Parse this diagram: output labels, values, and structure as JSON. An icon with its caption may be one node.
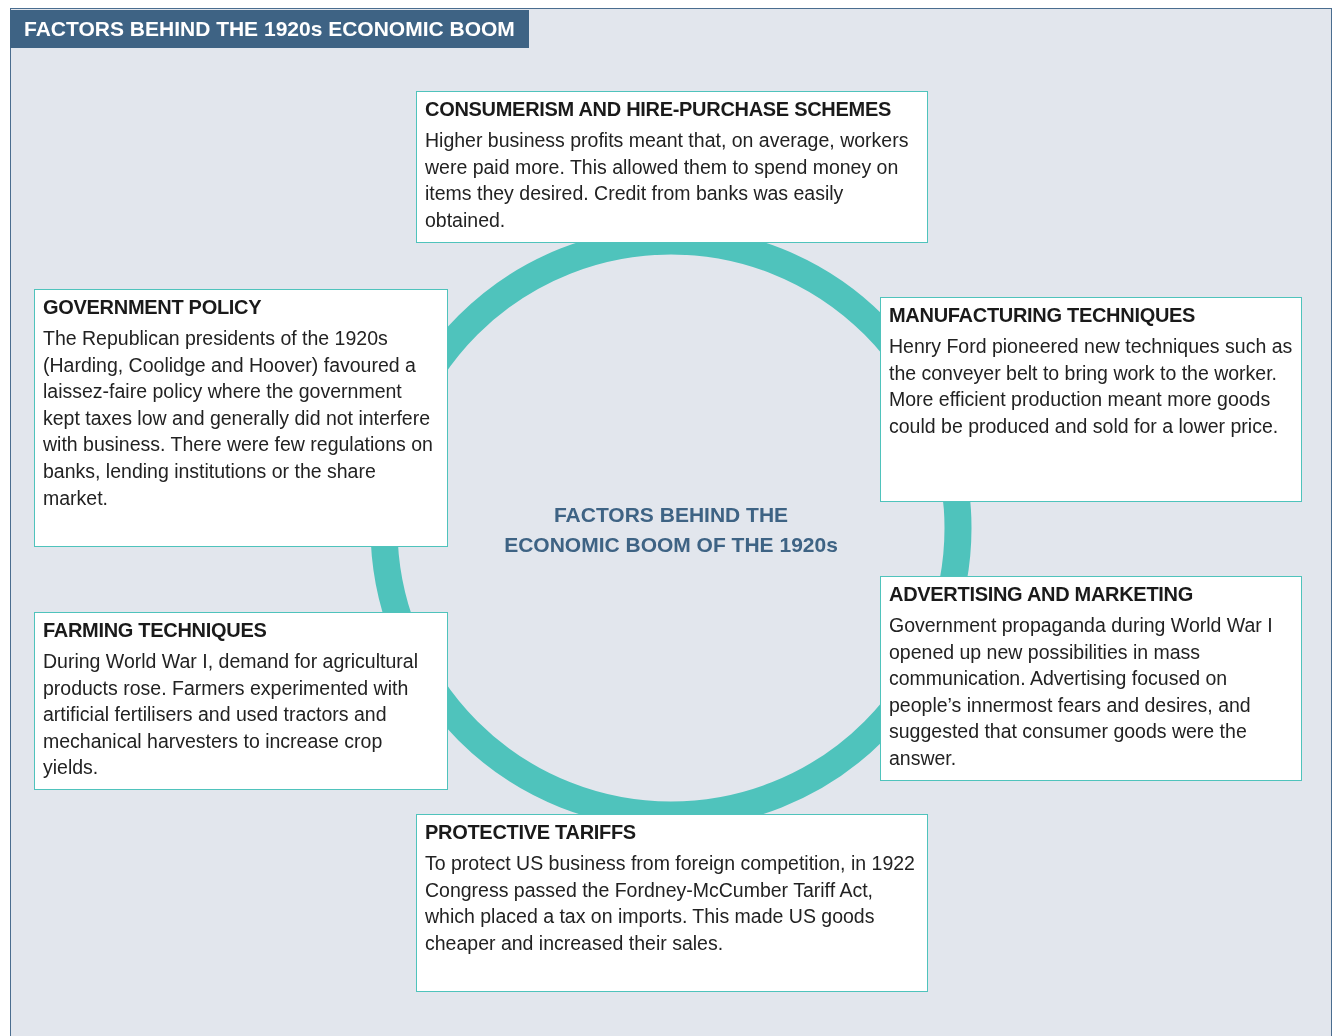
{
  "diagram": {
    "title": "FACTORS BEHIND THE 1920s ECONOMIC BOOM",
    "nodes": [
      {
        "text": [
          "CONSUMERISM AND HIRE-PURCHASE SCHEMES",
          "Higher business profits meant that, on average, workers were paid more. This allowed them to spend money on items they desired. Credit from banks was easily obtained."
        ]
      },
      {
        "text": [
          "GOVERNMENT POLICY",
          "The Republican presidents of the 1920s (Harding, Coolidge and Hoover) favoured a laissez-faire policy where the government kept taxes low and generally did not interfere with business. There were few regulations on banks, lending institutions or the share market."
        ]
      },
      {
        "text": [
          "MANUFACTURING TECHNIQUES",
          "Henry Ford pioneered new techniques such as the conveyer belt to bring work to the worker. More efficient production meant more goods could be produced and sold for a lower price."
        ]
      },
      {
        "text": [
          "ADVERTISING AND MARKETING",
          "Government propaganda during World War I opened up new possibilities in mass communication. Advertising focused on people’s innermost fears and desires, and suggested that consumer goods were the answer."
        ]
      },
      {
        "text": [
          "FARMING TECHNIQUES",
          "During World War I, demand for agricultural products rose. Farmers experimented with artificial fertilisers and used tractors and mechanical harvesters to increase crop yields."
        ]
      },
      {
        "text": [
          "PROTECTIVE TARIFFS",
          "To protect US business from foreign competition, in 1922 Congress passed the Fordney-McCumber Tariff Act, which placed a tax on imports. This made US goods cheaper and increased their sales."
        ]
      }
    ],
    "labels": [
      "FACTORS BEHIND THE ECONOMIC BOOM OF THE 1920s"
    ]
  }
}
